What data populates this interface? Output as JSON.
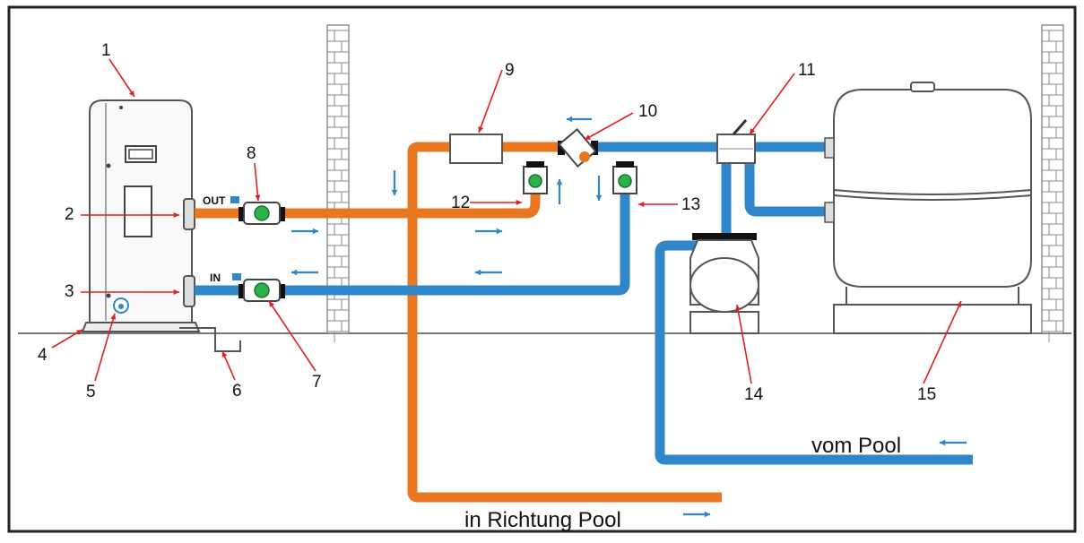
{
  "colors": {
    "water_out": "#e8771f",
    "water_in": "#2f86c8",
    "arrow": "#2f86c8",
    "leader": "#e02020",
    "valve": "#2bb34a",
    "frame": "#222222"
  },
  "labels": {
    "out": "OUT",
    "in": "IN",
    "to_pool": "in Richtung Pool",
    "from_pool": "vom Pool"
  },
  "callouts": [
    "1",
    "2",
    "3",
    "4",
    "5",
    "6",
    "7",
    "8",
    "9",
    "10",
    "11",
    "12",
    "13",
    "14",
    "15"
  ]
}
